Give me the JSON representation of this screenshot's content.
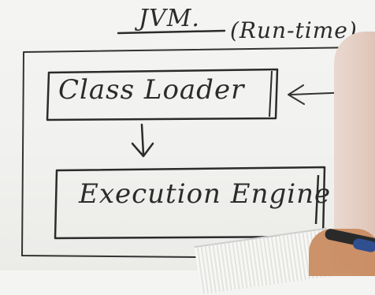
{
  "title": {
    "jvm": "JVM.",
    "runtime": "(Run-time)"
  },
  "boxes": [
    {
      "label": "Class Loader"
    },
    {
      "label": "Execution Engine"
    }
  ]
}
